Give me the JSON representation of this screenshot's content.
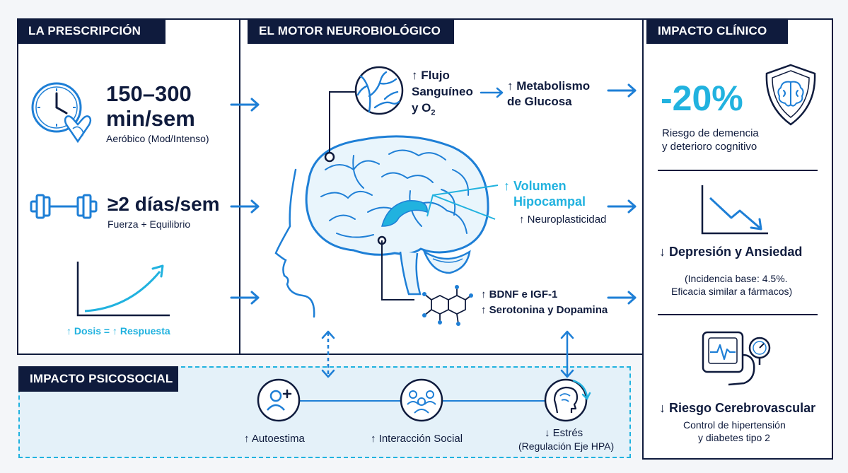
{
  "colors": {
    "navy": "#0f1b3d",
    "blue": "#1e7fd6",
    "cyan": "#21b2df",
    "light_blue_bg": "#e4f1f9"
  },
  "prescription": {
    "header": "LA PRESCRIPCIÓN",
    "aerobic": {
      "value_line1": "150–300",
      "value_line2": "min/sem",
      "desc": "Aeróbico (Mod/Intenso)",
      "icon": "clock-heart-icon"
    },
    "strength": {
      "value": "≥2 días/sem",
      "desc": "Fuerza + Equilibrio",
      "icon": "dumbbell-icon"
    },
    "dose_response": {
      "label": "↑ Dosis = ↑ Respuesta",
      "icon": "growth-curve-icon"
    }
  },
  "motor": {
    "header": "EL MOTOR NEUROBIOLÓGICO",
    "blood_flow": {
      "line1": "↑ Flujo",
      "line2": "Sanguíneo",
      "line3": "y O",
      "sub": "2",
      "icon": "blood-vessels-icon"
    },
    "glucose": {
      "line1": "↑ Metabolismo",
      "line2": "de Glucosa"
    },
    "hippocampus": {
      "line1": "↑ Volumen",
      "line2": "Hipocampal",
      "neuro": "↑ Neuroplasticidad"
    },
    "neurochem": {
      "line1": "↑ BDNF e IGF-1",
      "line2": "↑ Serotonina y Dopamina",
      "icon": "molecule-icon"
    }
  },
  "clinical": {
    "header": "IMPACTO CLÍNICO",
    "dementia": {
      "value": "-20%",
      "line1": "Riesgo de demencia",
      "line2": "y deterioro cognitivo",
      "icon": "brain-shield-icon"
    },
    "depression": {
      "title": "↓ Depresión y Ansiedad",
      "line1": "(Incidencia base: 4.5%.",
      "line2": "Eficacia similar a fármacos)",
      "icon": "decline-chart-icon"
    },
    "cerebrovascular": {
      "title": "↓ Riesgo Cerebrovascular",
      "line1": "Control de hipertensión",
      "line2": "y diabetes tipo 2",
      "icon": "blood-pressure-monitor-icon"
    }
  },
  "psychosocial": {
    "header": "IMPACTO PSICOSOCIAL",
    "self_esteem": {
      "label": "↑ Autoestima",
      "icon": "add-person-icon"
    },
    "social": {
      "label": "↑ Interacción Social",
      "icon": "group-icon"
    },
    "stress": {
      "line1": "↓ Estrés",
      "line2": "(Regulación Eje HPA)",
      "icon": "head-gauge-icon"
    }
  }
}
